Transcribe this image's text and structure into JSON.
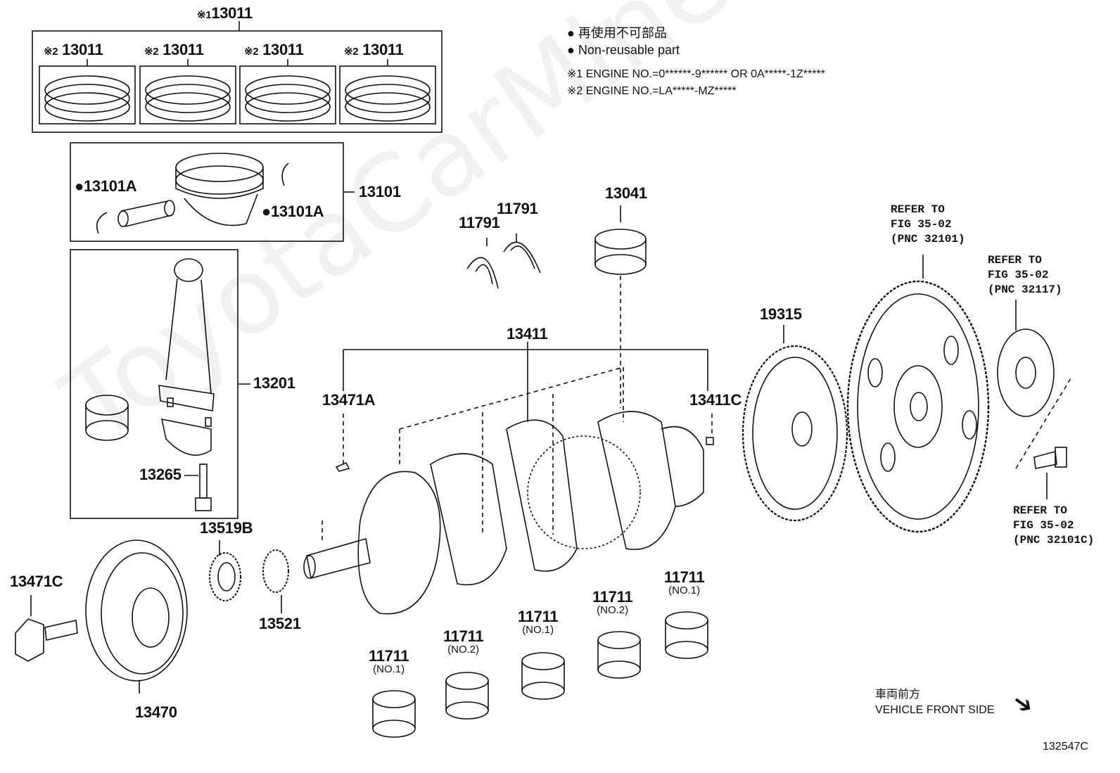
{
  "watermark": "ToyotaCarMine.ru",
  "legend": {
    "jp": "再使用不可部品",
    "en": "Non-reusable part",
    "note1": "※1 ENGINE NO.=0******-9****** OR 0A*****-1Z*****",
    "note2": "※2 ENGINE NO.=LA*****-MZ*****"
  },
  "front": {
    "jp": "車両前方",
    "en": "VEHICLE FRONT SIDE"
  },
  "figure_id": "132547C",
  "parts": {
    "ring_set": "13011",
    "ring_set_mark": "※1",
    "ring_mark": "※2",
    "ring": "13011",
    "piston": "13101",
    "snap_ring": "13101A",
    "conrod": "13201",
    "conrod_bolt": "13265",
    "rod_bearing": "13041",
    "thrust_washer": "11791",
    "crankshaft_set": "13411",
    "key_a": "13471A",
    "pin_c": "13411C",
    "sensor_plate": "19315",
    "sprocket_b": "13519B",
    "gear": "13521",
    "pulley_bolt": "13471C",
    "pulley": "13470",
    "main_bearing": "11711",
    "no1": "(NO.1)",
    "no2": "(NO.2)"
  },
  "refer": {
    "a": [
      "REFER TO",
      "FIG 35-02",
      "(PNC 32101)"
    ],
    "b": [
      "REFER TO",
      "FIG 35-02",
      "(PNC 32117)"
    ],
    "c": [
      "REFER TO",
      "FIG 35-02",
      "(PNC 32101C)"
    ]
  }
}
